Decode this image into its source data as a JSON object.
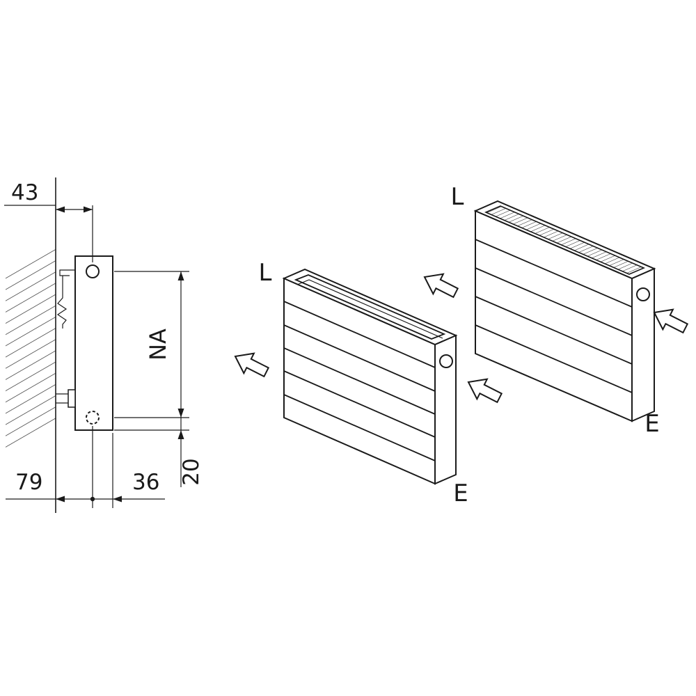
{
  "colors": {
    "line": "#1a1a1a",
    "background": "#ffffff"
  },
  "side_view": {
    "dim_wall_clearance": "43",
    "dim_hub_distance": "NA",
    "dim_bottom_left": "79",
    "dim_bottom_mid": "36",
    "dim_bottom_right": "20"
  },
  "iso_front_radiator": {
    "length_label": "L",
    "end_label": "E"
  },
  "iso_back_radiator": {
    "length_label": "L",
    "end_label": "E"
  }
}
